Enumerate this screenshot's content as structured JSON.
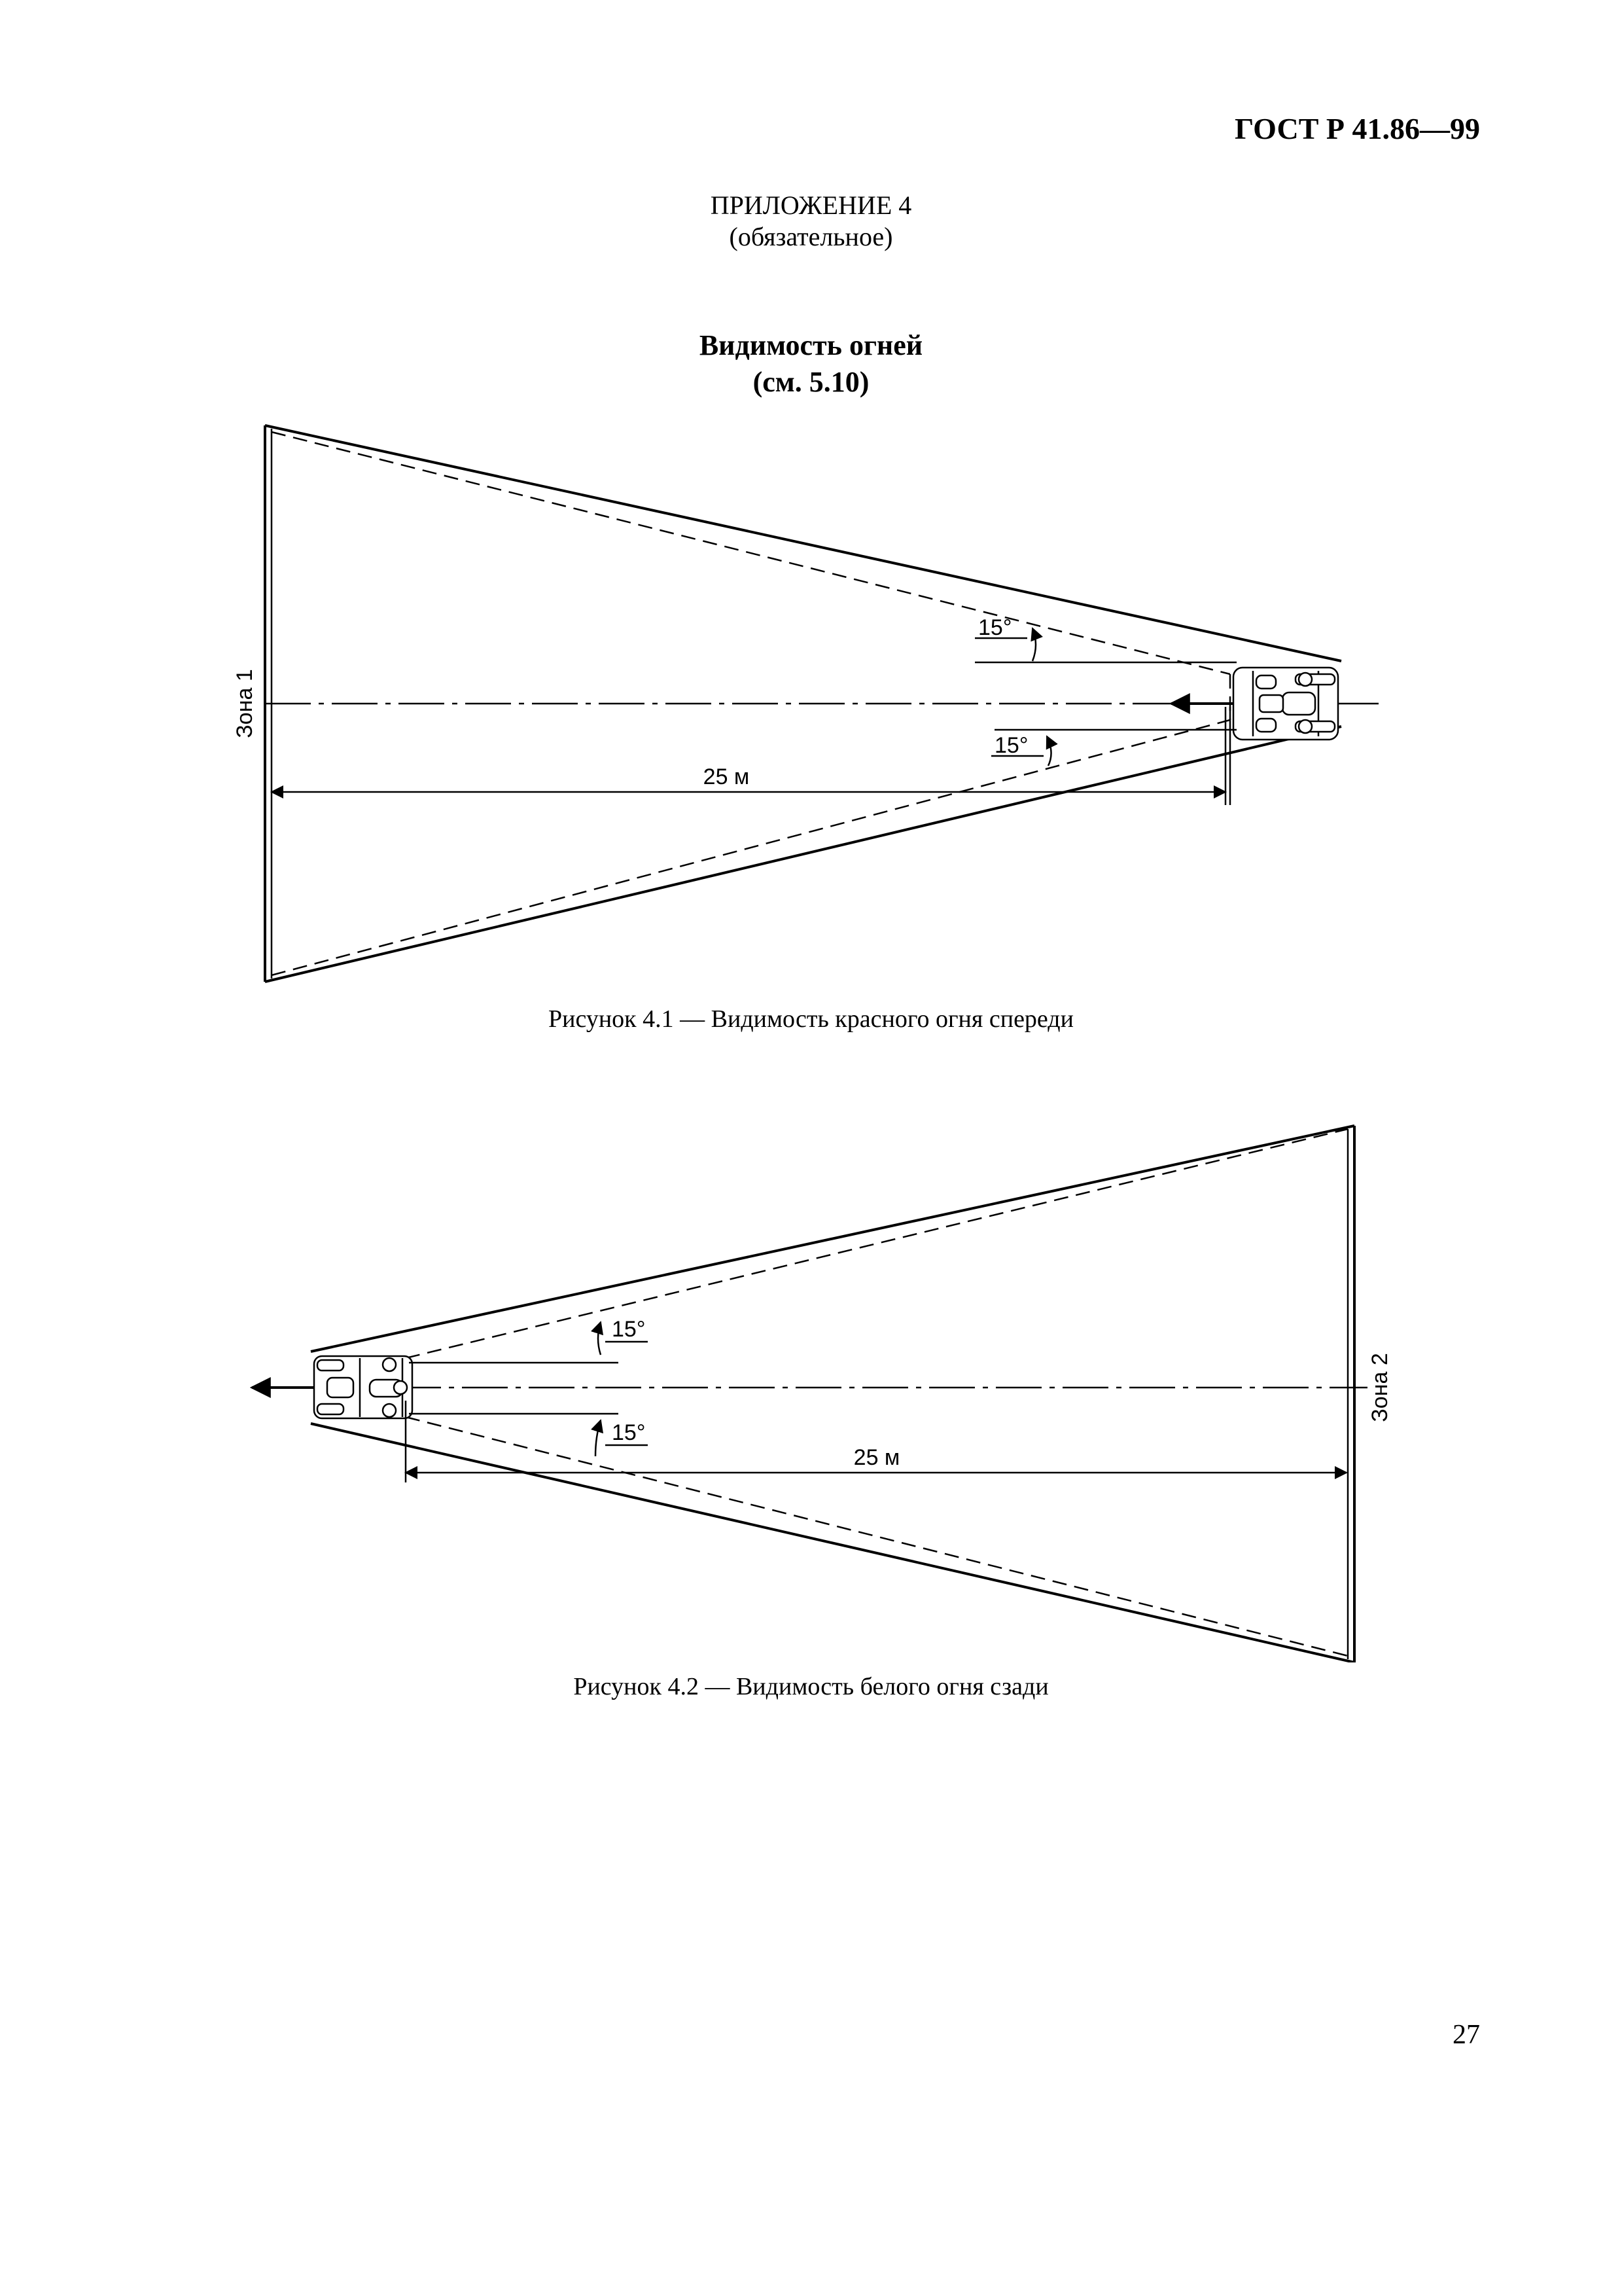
{
  "header": {
    "doc_code": "ГОСТ Р 41.86—99"
  },
  "appendix": {
    "title": "ПРИЛОЖЕНИЕ 4",
    "subtitle": "(обязательное)"
  },
  "section": {
    "title": "Видимость огней",
    "reference": "(см. 5.10)"
  },
  "figure1": {
    "zone_label": "Зона 1",
    "angle_upper": "15°",
    "angle_lower": "15°",
    "distance": "25 м",
    "caption": "Рисунок 4.1 — Видимость красного огня спереди"
  },
  "figure2": {
    "zone_label": "Зона 2",
    "angle_upper": "15°",
    "angle_lower": "15°",
    "distance": "25 м",
    "caption": "Рисунок 4.2 — Видимость белого огня сзади"
  },
  "footer": {
    "page_number": "27"
  }
}
